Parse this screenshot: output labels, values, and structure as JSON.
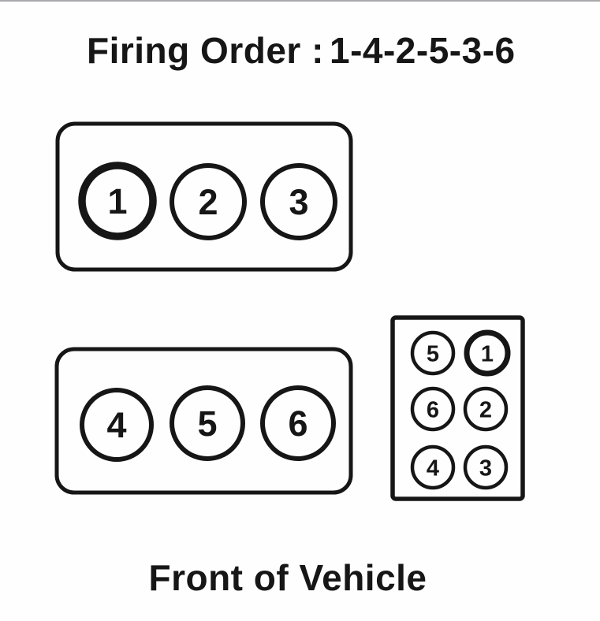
{
  "title": {
    "label": "Firing Order :",
    "sequence": "1-4-2-5-3-6"
  },
  "firing_order": [
    "1",
    "4",
    "2",
    "5",
    "3",
    "6"
  ],
  "front_label": "Front of Vehicle",
  "colors": {
    "ink": "#161616",
    "background": "#fefefe",
    "top_strip": "#a9a9ad"
  },
  "top_bank": {
    "cylinders": [
      "1",
      "2",
      "3"
    ],
    "highlighted_cylinder": "1"
  },
  "bottom_bank": {
    "cylinders": [
      "4",
      "5",
      "6"
    ]
  },
  "connector_view": {
    "rows": [
      [
        "5",
        "1"
      ],
      [
        "6",
        "2"
      ],
      [
        "4",
        "3"
      ]
    ],
    "highlighted_cylinder": "1"
  }
}
